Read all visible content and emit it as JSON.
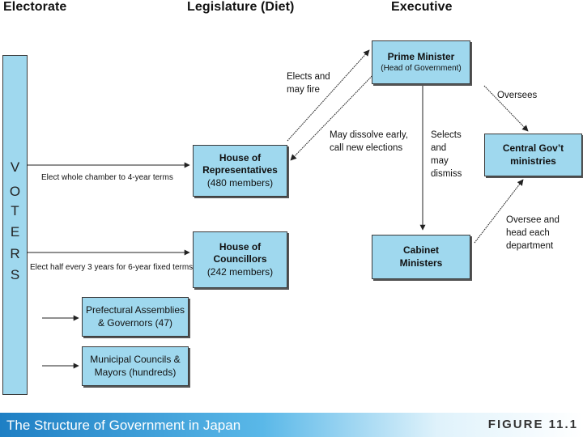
{
  "headers": {
    "electorate": "Electorate",
    "legislature": "Legislature (Diet)",
    "executive": "Executive"
  },
  "voters_letters": [
    "V",
    "O",
    "T",
    "E",
    "R",
    "S"
  ],
  "boxes": {
    "house_reps": {
      "title_line1": "House of",
      "title_line2": "Representatives",
      "sub": "(480 members)"
    },
    "house_councillors": {
      "title_line1": "House of",
      "title_line2": "Councillors",
      "sub": "(242 members)"
    },
    "prime_minister": {
      "title": "Prime Minister",
      "sub": "(Head of Government)"
    },
    "central_govt": {
      "line1": "Central Gov’t",
      "line2": "ministries"
    },
    "cabinet": {
      "line1": "Cabinet",
      "line2": "Ministers"
    },
    "prefectural": {
      "line1": "Prefectural Assemblies",
      "line2": "& Governors (47)"
    },
    "municipal": {
      "line1": "Municipal Councils &",
      "line2": "Mayors (hundreds)"
    }
  },
  "labels": {
    "elect_whole": "Elect whole chamber to 4-year terms",
    "elect_half": "Elect half every 3 years for 6-year fixed terms",
    "elects_fire_1": "Elects and",
    "elects_fire_2": "may fire",
    "dissolve_1": "May dissolve early,",
    "dissolve_2": "call new elections",
    "selects_1": "Selects",
    "selects_2": "and",
    "selects_3": "may",
    "selects_4": "dismiss",
    "oversees": "Oversees",
    "oversee_head_1": "Oversee and",
    "oversee_head_2": "head each",
    "oversee_head_3": "department"
  },
  "footer": {
    "title": "The Structure of Government in Japan",
    "figure": "FIGURE 11.1"
  }
}
